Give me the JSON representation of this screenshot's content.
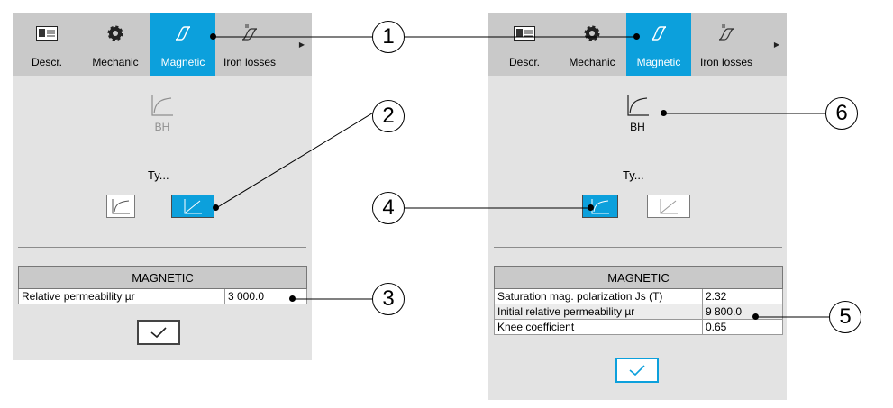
{
  "tabs": [
    {
      "label": "Descr.",
      "icon": "id-card-icon"
    },
    {
      "label": "Mechanic",
      "icon": "gear-icon"
    },
    {
      "label": "Magnetic",
      "icon": "magnetic-curve-icon"
    },
    {
      "label": "Iron losses",
      "icon": "iron-losses-icon"
    }
  ],
  "left_panel": {
    "bh_label": "BH",
    "type_label": "Ty...",
    "table_header": "MAGNETIC",
    "rows": [
      {
        "label": "Relative permeability µr",
        "value": "3 000.0"
      }
    ]
  },
  "right_panel": {
    "bh_label": "BH",
    "type_label": "Ty...",
    "table_header": "MAGNETIC",
    "rows": [
      {
        "label": "Saturation mag. polarization Js (T)",
        "value": "2.32"
      },
      {
        "label": "Initial relative permeability µr",
        "value": "9 800.0"
      },
      {
        "label": "Knee coefficient",
        "value": "0.65"
      }
    ]
  },
  "callouts": [
    "1",
    "2",
    "3",
    "4",
    "5",
    "6"
  ],
  "colors": {
    "accent": "#0ca0dc",
    "panel_bg": "#e3e3e3",
    "tabbar_bg": "#c9c9c9"
  }
}
